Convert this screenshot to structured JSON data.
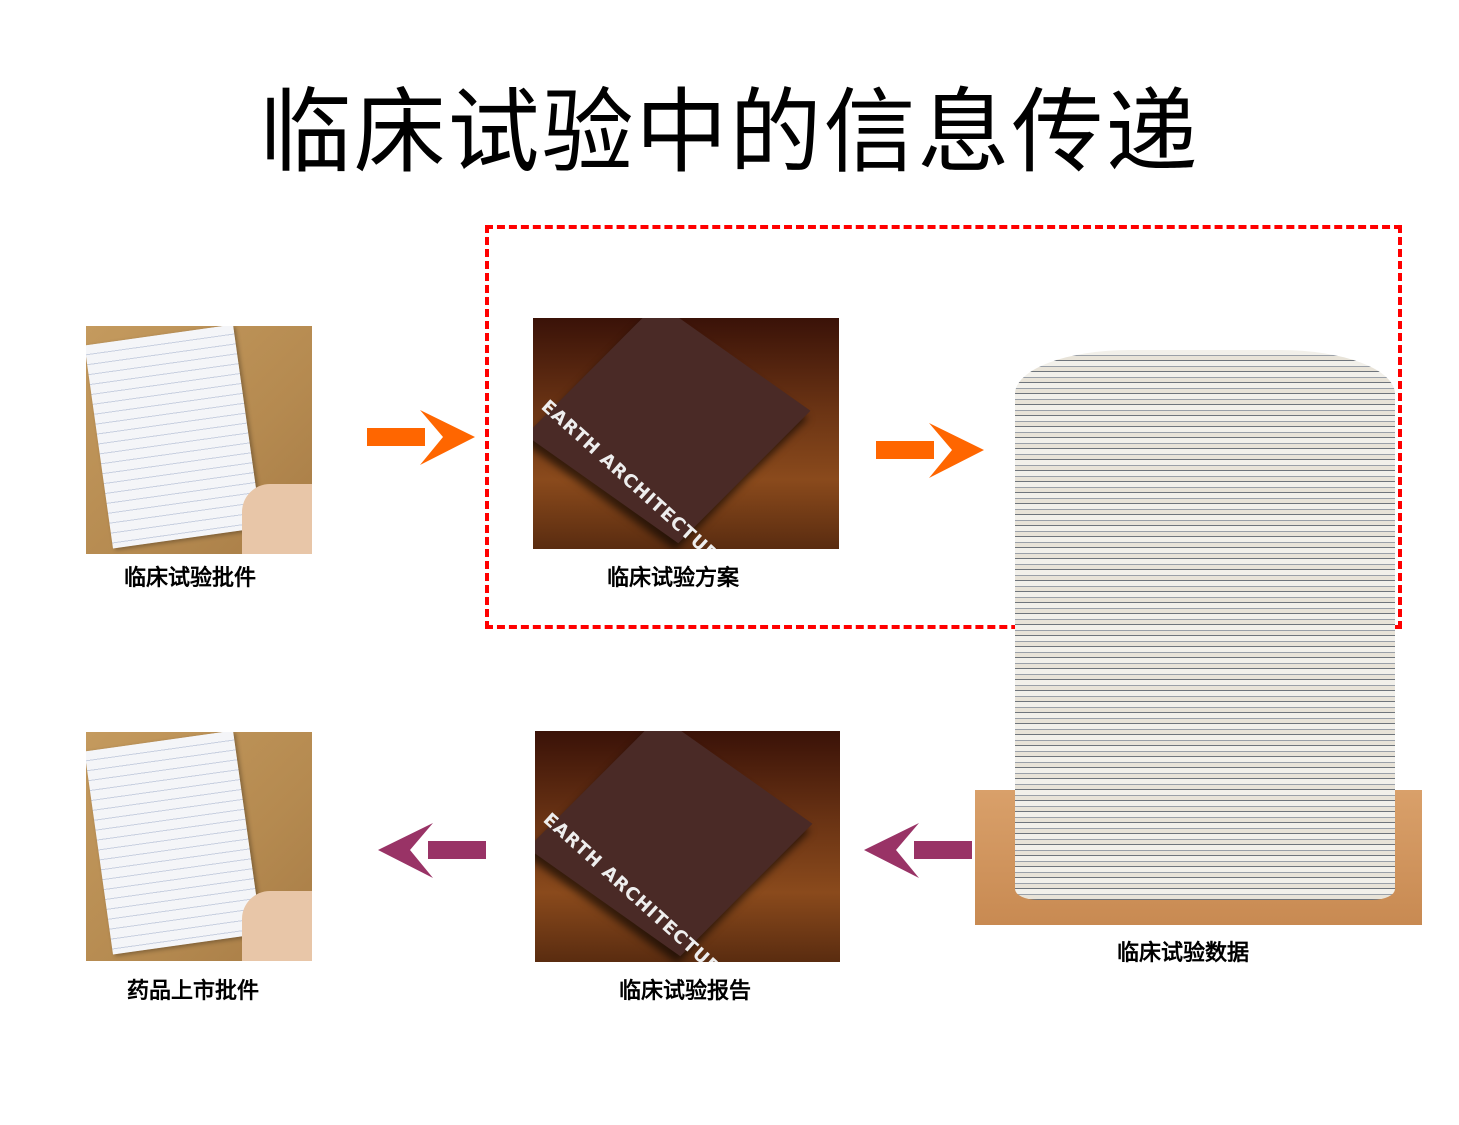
{
  "title": "临床试验中的信息传递",
  "colors": {
    "highlight_box": "#ff0000",
    "forward_arrow": "#ff6600",
    "return_arrow": "#993366"
  },
  "nodes": {
    "approval": {
      "label": "临床试验批件",
      "image": "paper-sheet-in-hand"
    },
    "protocol": {
      "label": "临床试验方案",
      "image": "book",
      "image_lettering": "EARTH ARCHITECTURE"
    },
    "data": {
      "label": "临床试验数据",
      "image": "paper-stack"
    },
    "report": {
      "label": "临床试验报告",
      "image": "book",
      "image_lettering": "EARTH ARCHITECTURE"
    },
    "market_approval": {
      "label": "药品上市批件",
      "image": "paper-sheet-in-hand"
    }
  }
}
